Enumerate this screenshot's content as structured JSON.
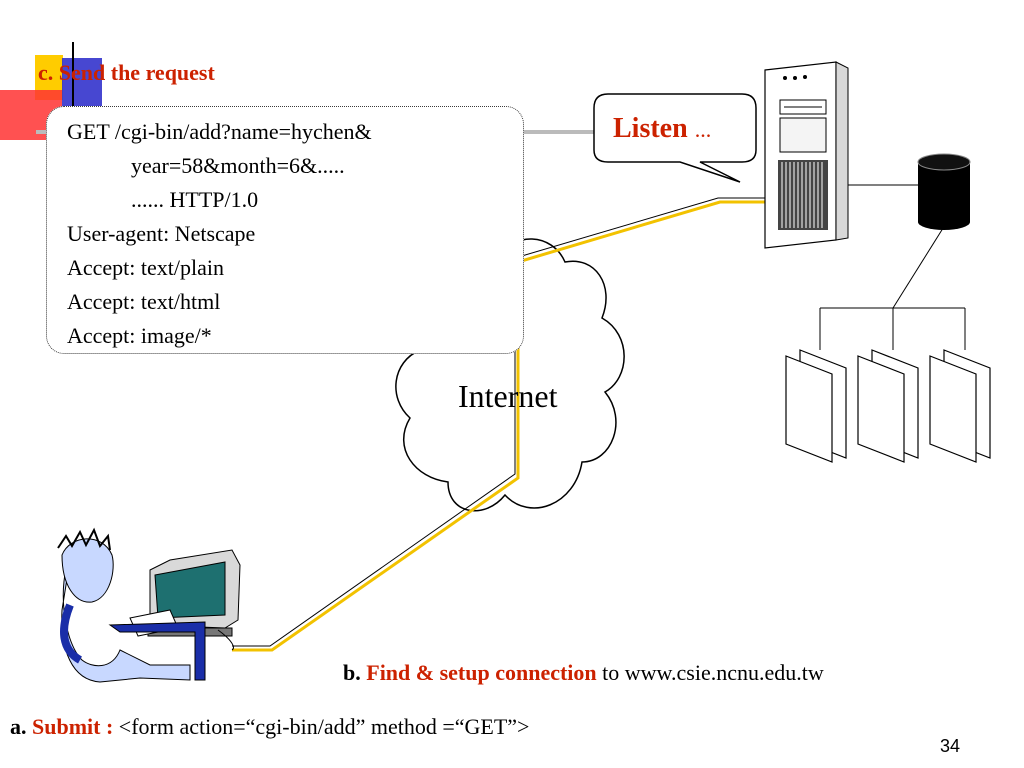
{
  "title": {
    "letter": "c.",
    "text": "Send the request"
  },
  "request_lines": [
    "GET /cgi-bin/add?name=hychen&",
    "year=58&month=6&.....",
    "...... HTTP/1.0",
    "User-agent: Netscape",
    "Accept: text/plain",
    "Accept: text/html",
    "Accept: image/*"
  ],
  "listen": {
    "word": "Listen",
    "dots": "..."
  },
  "cloud_label": "Internet",
  "find": {
    "letter": "b.",
    "action": "Find & setup connection",
    "rest": "to www.csie.ncnu.edu.tw"
  },
  "submit": {
    "letter": "a.",
    "action": "Submit :",
    "rest": "<form action=“cgi-bin/add” method =“GET”>"
  },
  "page_number": "34",
  "colors": {
    "accent_red": "#cc2200",
    "cable_yellow": "#f2c200",
    "deco_red": "#ff3333",
    "deco_blue": "#3333cc",
    "deco_yellow": "#ffcc00",
    "monitor_teal": "#1e7070",
    "person_blue": "#1a2ea8"
  }
}
